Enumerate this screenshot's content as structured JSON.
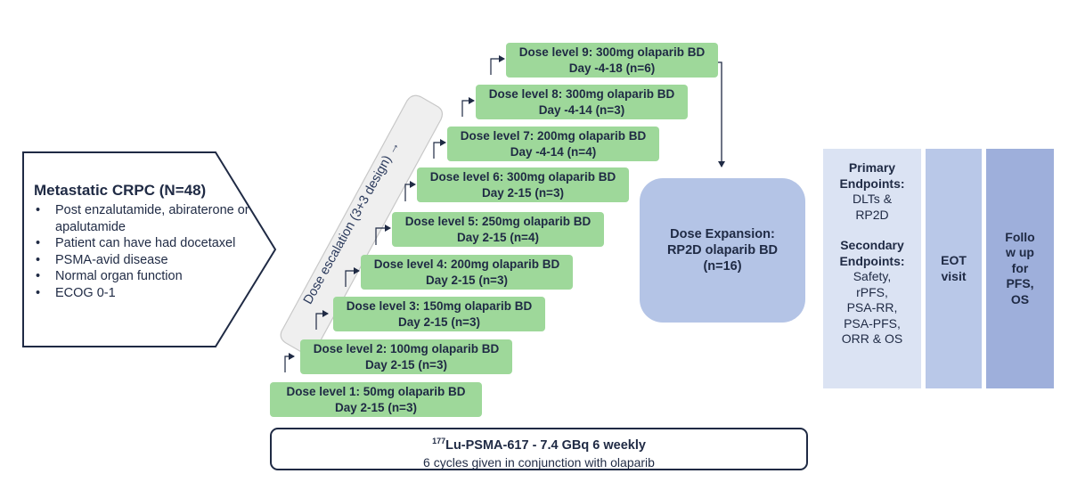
{
  "population": {
    "title": "Metastatic CRPC (N=48)",
    "criteria": [
      "Post enzalutamide, abiraterone or apalutamide",
      "Patient can have had docetaxel",
      "PSMA-avid disease",
      "Normal organ function",
      "ECOG 0-1"
    ]
  },
  "escalation": {
    "label": "Dose escalation (3+3 design) →"
  },
  "dose_levels": [
    {
      "line1": "Dose level 1: 50mg olaparib BD",
      "line2": "Day 2-15 (n=3)"
    },
    {
      "line1": "Dose level 2: 100mg olaparib BD",
      "line2": "Day 2-15 (n=3)"
    },
    {
      "line1": "Dose level 3: 150mg olaparib BD",
      "line2": "Day 2-15 (n=3)"
    },
    {
      "line1": "Dose level 4: 200mg olaparib BD",
      "line2": "Day 2-15 (n=3)"
    },
    {
      "line1": "Dose level 5: 250mg olaparib BD",
      "line2": "Day 2-15 (n=4)"
    },
    {
      "line1": "Dose level 6: 300mg olaparib BD",
      "line2": "Day 2-15 (n=3)"
    },
    {
      "line1": "Dose level 7: 200mg olaparib BD",
      "line2": "Day -4-14 (n=4)"
    },
    {
      "line1": "Dose level 8: 300mg olaparib BD",
      "line2": "Day -4-14 (n=3)"
    },
    {
      "line1": "Dose level 9: 300mg olaparib BD",
      "line2": "Day -4-18 (n=6)"
    }
  ],
  "expansion": {
    "line1": "Dose Expansion:",
    "line2": "RP2D olaparib BD",
    "line3": "(n=16)"
  },
  "endpoints": {
    "primary_title_1": "Primary",
    "primary_title_2": "Endpoints:",
    "primary_items": [
      "DLTs &",
      "RP2D"
    ],
    "secondary_title_1": "Secondary",
    "secondary_title_2": "Endpoints:",
    "secondary_items": [
      "Safety,",
      "rPFS,",
      "PSA-RR,",
      "PSA-PFS,",
      "ORR & OS"
    ]
  },
  "eot": {
    "line1": "EOT",
    "line2": "visit"
  },
  "follow_up": {
    "lines": [
      "Follo",
      "w up",
      "for",
      "PFS,",
      "OS"
    ]
  },
  "radioligand": {
    "isotope_mass": "177",
    "title": "Lu-PSMA-617 - 7.4 GBq 6 weekly",
    "subtitle": "6 cycles given in conjunction with olaparib"
  },
  "colors": {
    "navy": "#1f2a44",
    "dose_green": "#9ed89a",
    "expansion_blue": "#b4c4e6",
    "endpoint_light": "#dbe3f3",
    "eot_blue": "#b9c8e8",
    "follow_blue": "#9eafdb",
    "banner_grey": "#efefef"
  }
}
